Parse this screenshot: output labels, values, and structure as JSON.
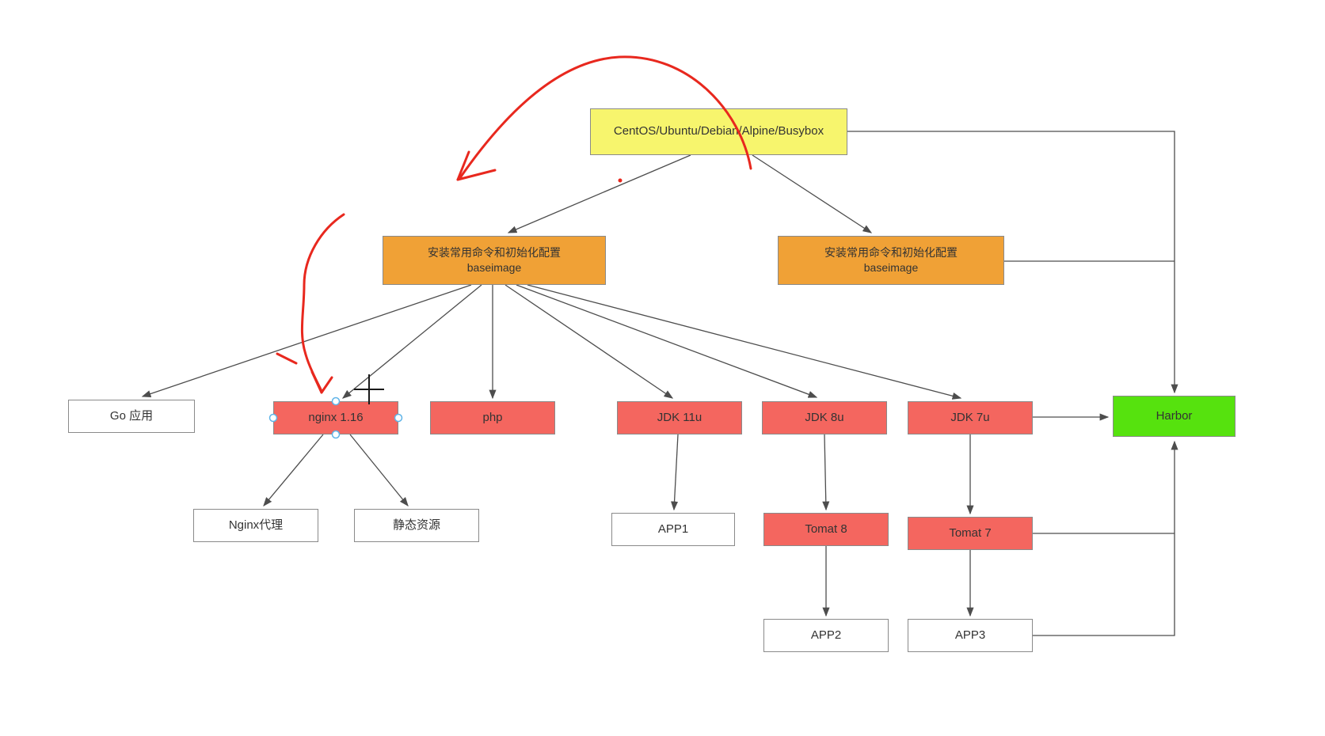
{
  "colors": {
    "yellow": "#f7f56d",
    "orange": "#f0a136",
    "red": "#f4665f",
    "green": "#56e20e",
    "white": "#ffffff",
    "edge": "#4d4d4d",
    "ink": "#e8281e"
  },
  "nodes": {
    "os": {
      "label": "CentOS/Ubuntu/Debian/Alpine/Busybox"
    },
    "baseimage_left": {
      "line1": "安装常用命令和初始化配置",
      "line2": "baseimage"
    },
    "baseimage_right": {
      "line1": "安装常用命令和初始化配置",
      "line2": "baseimage"
    },
    "go_app": {
      "label": "Go 应用"
    },
    "nginx": {
      "label": "nginx 1.16"
    },
    "php": {
      "label": "php"
    },
    "jdk11": {
      "label": "JDK 11u"
    },
    "jdk8": {
      "label": "JDK 8u"
    },
    "jdk7": {
      "label": "JDK 7u"
    },
    "harbor": {
      "label": "Harbor"
    },
    "nginx_proxy": {
      "label": "Nginx代理"
    },
    "static_res": {
      "label": "静态资源"
    },
    "app1": {
      "label": "APP1"
    },
    "tomat8": {
      "label": "Tomat 8"
    },
    "tomat7": {
      "label": "Tomat 7"
    },
    "app2": {
      "label": "APP2"
    },
    "app3": {
      "label": "APP3"
    }
  }
}
